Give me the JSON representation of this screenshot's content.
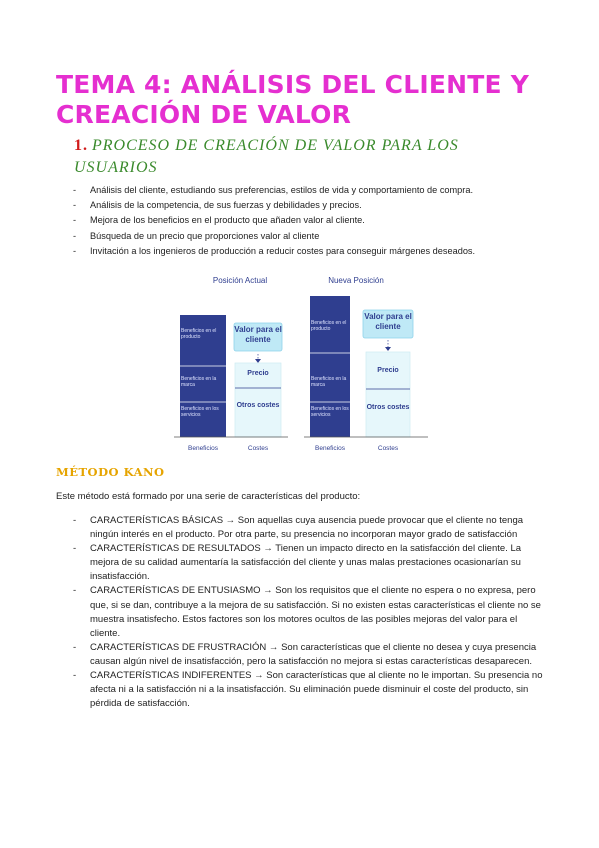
{
  "title": "TEMA 4: ANÁLISIS DEL CLIENTE Y CREACIÓN DE VALOR",
  "section1": {
    "number": "1.",
    "heading": "PROCESO DE CREACIÓN DE VALOR PARA LOS USUARIOS",
    "bullets": [
      "Análisis del cliente, estudiando sus preferencias, estilos de vida y comportamiento de compra.",
      "Análisis de la competencia, de sus fuerzas y debilidades y precios.",
      "Mejora de los beneficios en el producto que añaden valor al cliente.",
      "Búsqueda de un precio que proporciones valor al cliente",
      "Invitación a los ingenieros de producción a reducir costes para conseguir márgenes deseados."
    ]
  },
  "diagram": {
    "left_title": "Posición Actual",
    "right_title": "Nueva Posición",
    "value_box": "Valor para el cliente",
    "price": "Precio",
    "other_costs": "Otros costes",
    "benefit_product": "Beneficios en el producto",
    "benefit_brand": "Beneficios en la marca",
    "benefit_services": "Beneficios en los servicios",
    "x_benefits": "Beneficios",
    "x_costs": "Costes",
    "colors": {
      "benefit": "#2f3e8f",
      "cost": "#e6f7fb",
      "value": "#bfe9f6",
      "accent": "#e52fd0"
    }
  },
  "kano": {
    "heading": "MÉTODO KANO",
    "intro": "Este método está formado por una serie de características del producto:",
    "items": [
      "CARACTERÍSTICAS BÁSICAS → Son aquellas cuya ausencia puede provocar que el cliente no tenga ningún interés en el producto. Por otra parte, su presencia no incorporan mayor grado de satisfacción",
      "CARACTERÍSTICAS DE RESULTADOS → Tienen un impacto directo en la satisfacción del cliente. La mejora de su calidad aumentaría la satisfacción del cliente y unas malas prestaciones ocasionarían su insatisfacción.",
      "CARACTERÍSTICAS DE ENTUSIASMO → Son los requisitos que el cliente no espera o no expresa, pero que, si se dan, contribuye a la mejora de su satisfacción. Si no existen estas características el cliente no se muestra insatisfecho. Estos factores son los motores ocultos de las posibles mejoras del valor para el cliente.",
      "CARACTERÍSTICAS DE FRUSTRACIÓN → Son características que el cliente no desea y cuya presencia causan algún nivel de insatisfacción, pero la satisfacción no mejora si estas características desaparecen.",
      "CARACTERÍSTICAS INDIFERENTES → Son características que al cliente no le importan. Su presencia no afecta ni a la satisfacción ni a la insatisfacción. Su eliminación puede disminuir el coste del producto, sin pérdida de satisfacción."
    ]
  }
}
